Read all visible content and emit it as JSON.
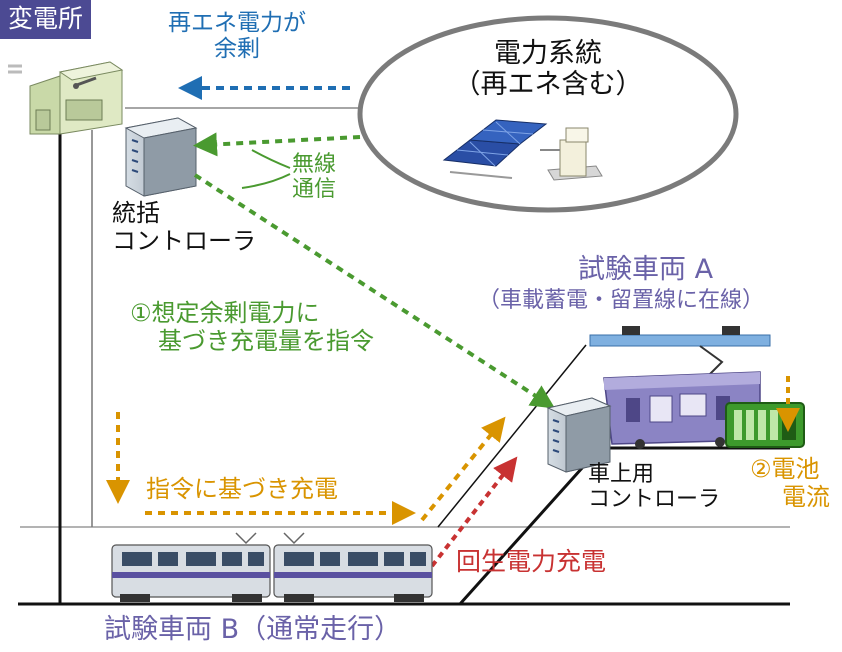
{
  "substation_tag": "変電所",
  "surplus_label_line1": "再エネ電力が",
  "surplus_label_line2": "余剰",
  "grid_label_line1": "電力系統",
  "grid_label_line2": "（再エネ含む）",
  "wireless_line1": "無線",
  "wireless_line2": "通信",
  "controller_line1": "統括",
  "controller_line2": "コントローラ",
  "vehicle_a_title": "試験車両 A",
  "vehicle_a_sub": "（車載蓄電・留置線に在線）",
  "instruction_line1": "①想定余剰電力に",
  "instruction_line2": "基づき充電量を指令",
  "charge_label": "指令に基づき充電",
  "onboard_line1": "車上用",
  "onboard_line2": "コントローラ",
  "battery_line1": "②電池",
  "battery_line2": "電流",
  "regen_label": "回生電力充電",
  "vehicle_b_label": "試験車両 B（通常走行）",
  "colors": {
    "tag_bg": "#4c4a93",
    "blue_arrow": "#1f6eb3",
    "green_arrow": "#4a9a30",
    "orange_arrow": "#d99400",
    "red_arrow": "#c83232",
    "vehicle_purple": "#6a62a8"
  }
}
